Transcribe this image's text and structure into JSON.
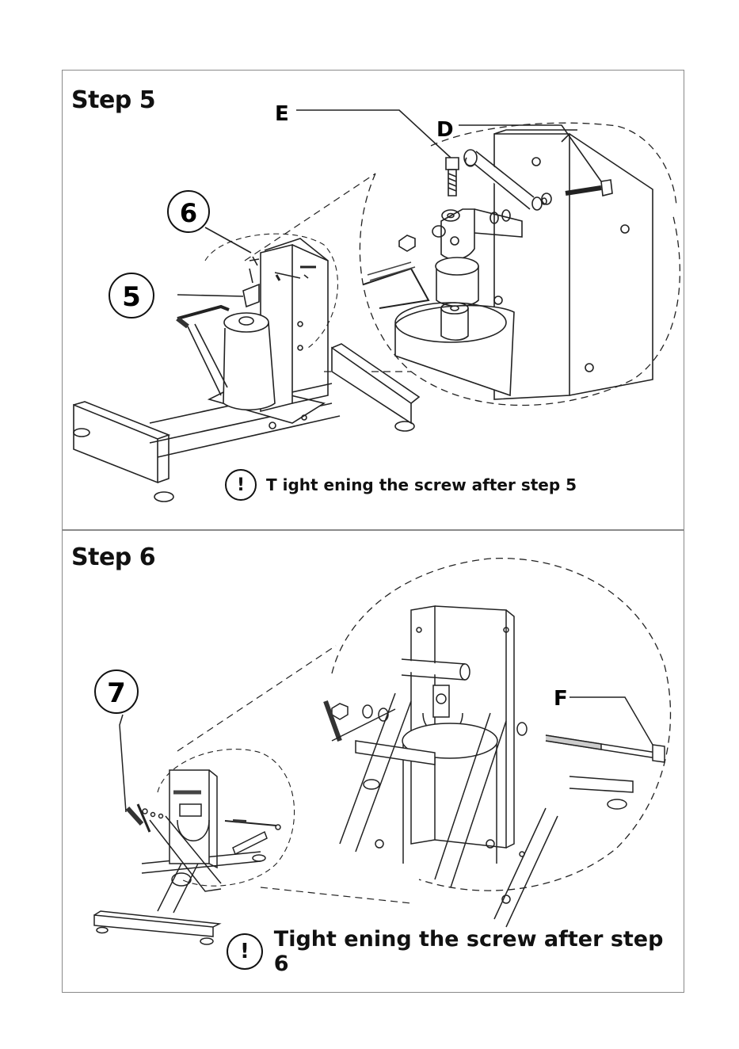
{
  "step5": {
    "title": "Step 5",
    "callouts": {
      "n6": "6",
      "n5": "5"
    },
    "letters": {
      "e": "E",
      "d": "D"
    },
    "note": {
      "icon": "!",
      "text": "T ight ening the screw after step 5"
    }
  },
  "step6": {
    "title": "Step 6",
    "callouts": {
      "n7": "7"
    },
    "letters": {
      "f": "F"
    },
    "note": {
      "icon": "!",
      "text": "Tight ening the screw after step 6"
    }
  }
}
